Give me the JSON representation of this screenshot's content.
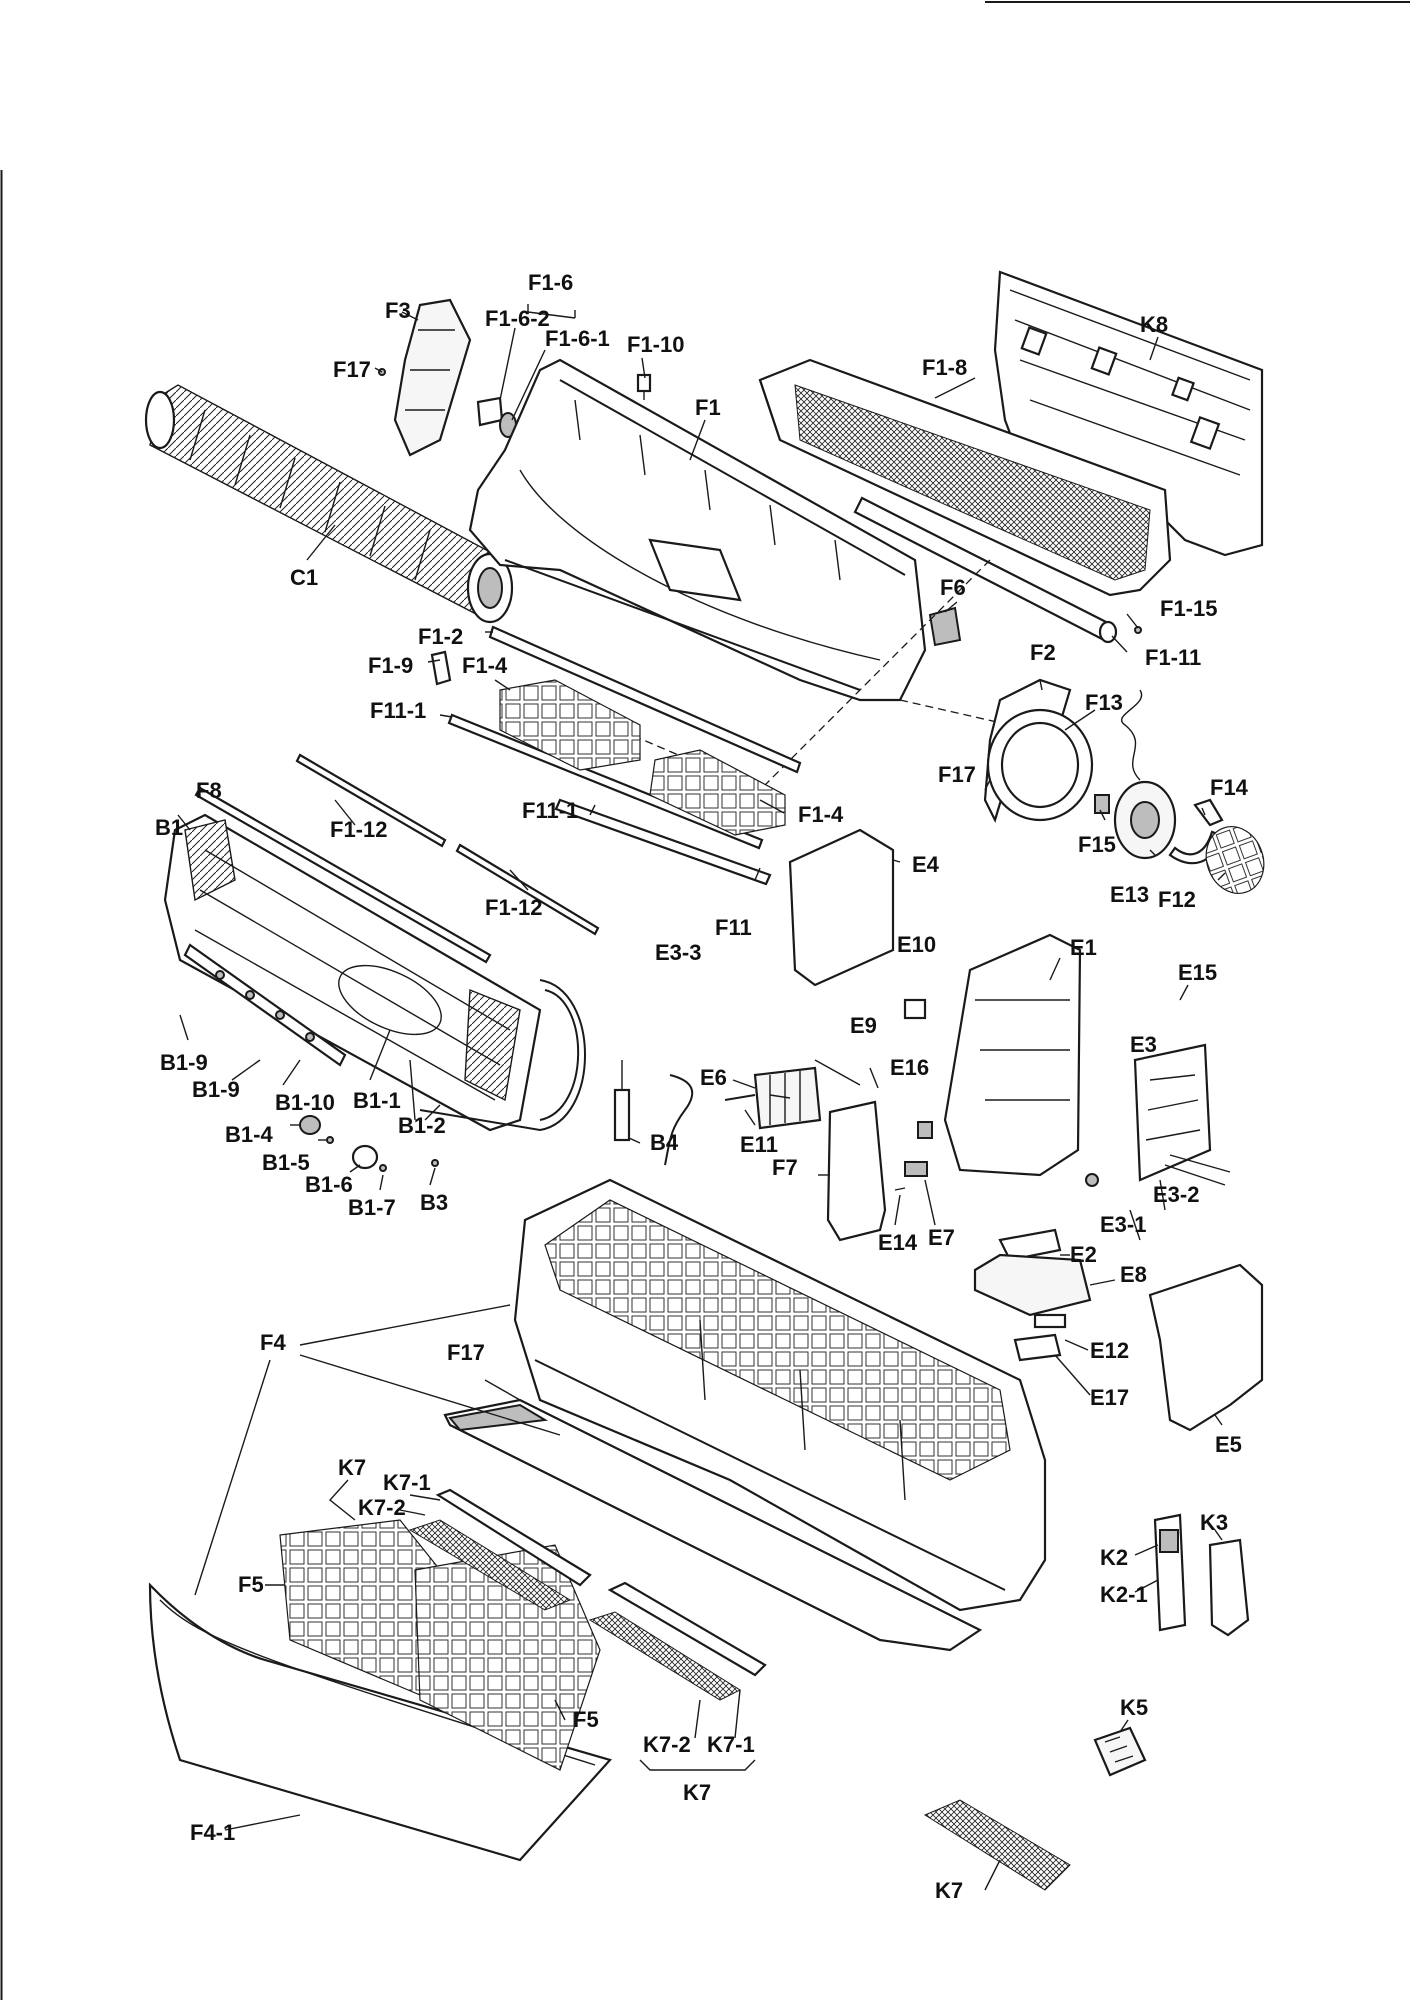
{
  "labels": {
    "F1-6": "F1-6",
    "F3": "F3",
    "F1-6-2": "F1-6-2",
    "F1-6-1": "F1-6-1",
    "F17_a": "F17",
    "F1-10": "F1-10",
    "F1": "F1",
    "F1-8": "F1-8",
    "K8": "K8",
    "C1": "C1",
    "F6": "F6",
    "F1-15": "F1-15",
    "F1-11": "F1-11",
    "F1-2": "F1-2",
    "F1-9": "F1-9",
    "F1-4_a": "F1-4",
    "F2": "F2",
    "F13": "F13",
    "F11-1_a": "F11-1",
    "F17_b": "F17",
    "F14": "F14",
    "F8": "F8",
    "F11-1_b": "F11-1",
    "F1-4_b": "F1-4",
    "F15": "F15",
    "B1": "B1",
    "F1-12_a": "F1-12",
    "E13": "E13",
    "F12": "F12",
    "E4": "E4",
    "F1-12_b": "F1-12",
    "F11": "F11",
    "E1": "E1",
    "E3-3": "E3-3",
    "E10": "E10",
    "E15": "E15",
    "B1-9_a": "B1-9",
    "E9": "E9",
    "E3": "E3",
    "B1-9_b": "B1-9",
    "B1-10": "B1-10",
    "B1-1": "B1-1",
    "E6": "E6",
    "E16": "E16",
    "B1-4": "B1-4",
    "B1-2": "B1-2",
    "B4": "B4",
    "E11": "E11",
    "B1-5": "B1-5",
    "F7": "F7",
    "B1-6": "B1-6",
    "B1-7": "B1-7",
    "B3": "B3",
    "E3-2": "E3-2",
    "E14": "E14",
    "E7": "E7",
    "E3-1": "E3-1",
    "E2": "E2",
    "E8": "E8",
    "F4": "F4",
    "F17_c": "F17",
    "E12": "E12",
    "E17": "E17",
    "E5": "E5",
    "K7_a": "K7",
    "K7-1_a": "K7-1",
    "K7-2_a": "K7-2",
    "F5_a": "F5",
    "K2": "K2",
    "K3": "K3",
    "K2-1": "K2-1",
    "K5": "K5",
    "F5_b": "F5",
    "K7-2_b": "K7-2",
    "K7-1_b": "K7-1",
    "K7_b": "K7",
    "K7_c": "K7",
    "F4-1": "F4-1"
  }
}
